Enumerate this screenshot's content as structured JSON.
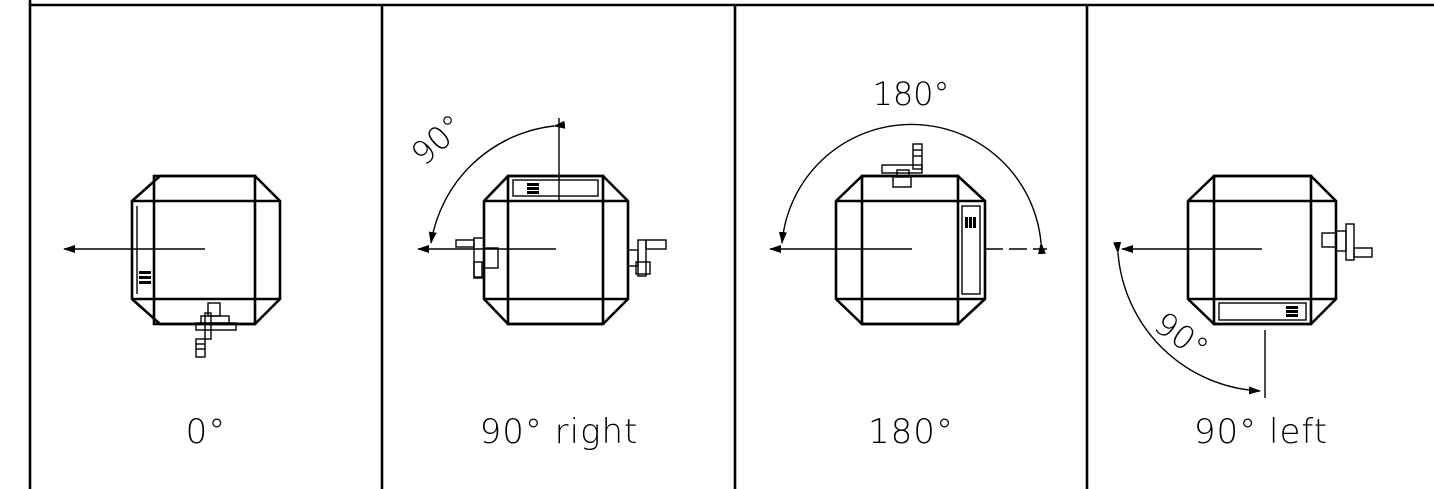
{
  "panels": [
    {
      "id": "p0",
      "label": "0°"
    },
    {
      "id": "p90r",
      "label": "90° right",
      "angle": "90°"
    },
    {
      "id": "p180",
      "label": "180°",
      "angle": "180°"
    },
    {
      "id": "p90l",
      "label": "90° left",
      "angle": "90°"
    }
  ]
}
